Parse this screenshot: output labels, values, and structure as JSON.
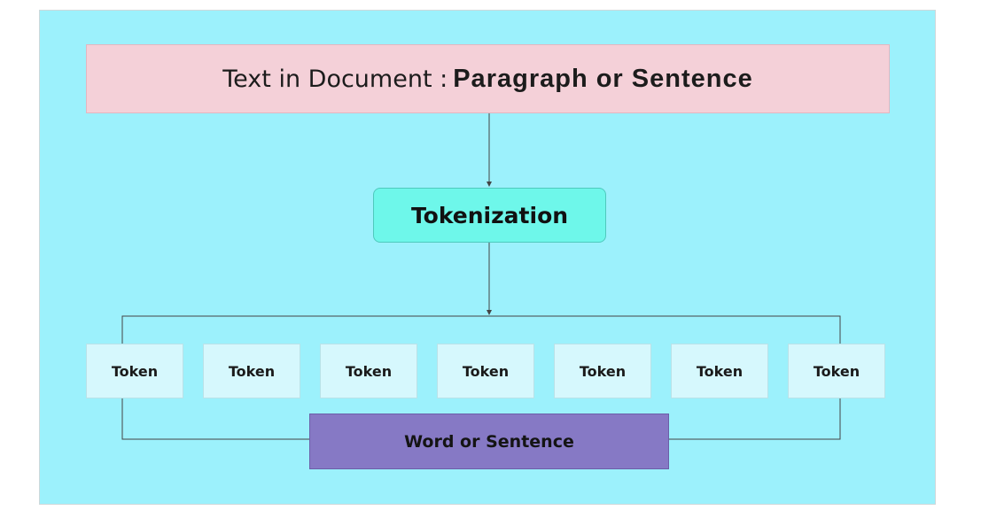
{
  "diagram": {
    "source": {
      "prefix": "Text in Document : ",
      "emphasis": "Paragraph or Sentence"
    },
    "process": {
      "label": "Tokenization"
    },
    "tokens": [
      {
        "label": "Token"
      },
      {
        "label": "Token"
      },
      {
        "label": "Token"
      },
      {
        "label": "Token"
      },
      {
        "label": "Token"
      },
      {
        "label": "Token"
      },
      {
        "label": "Token"
      }
    ],
    "output": {
      "label": "Word or Sentence"
    }
  },
  "colors": {
    "background": "#9cf1fc",
    "source_fill": "#f4d0d8",
    "process_fill": "#6ef7ea",
    "token_fill": "#d6f8fd",
    "output_fill": "#8679c5",
    "connector": "#444444"
  }
}
